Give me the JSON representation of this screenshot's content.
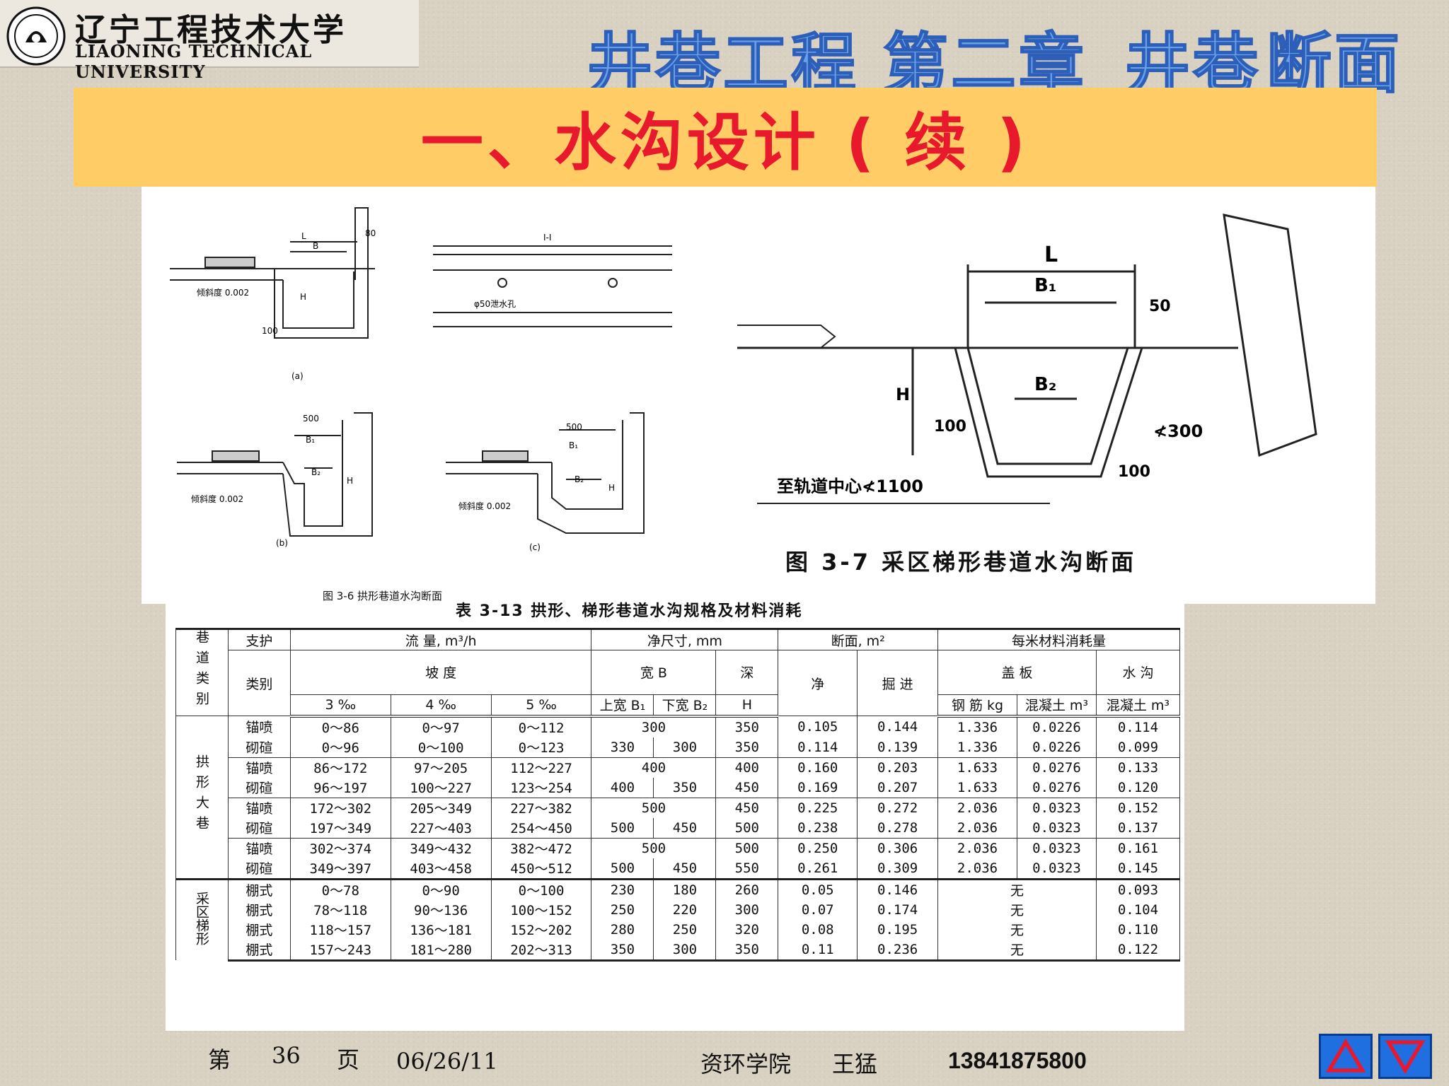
{
  "header": {
    "university_cn": "辽宁工程技术大学",
    "university_en": "LIAONING TECHNICAL UNIVERSITY",
    "banner": [
      "井巷工程",
      "第二章",
      "井巷",
      "断面"
    ]
  },
  "slide": {
    "title": "一、水沟设计 ( 续 )"
  },
  "figure": {
    "caption_3_6": "图 3-6  拱形巷道水沟断面",
    "caption_3_7": "图 3-7  采区梯形巷道水沟断面",
    "labels": {
      "a_tilt": "倾斜度 0.002",
      "b_tilt": "倾斜度 0.002",
      "c_tilt": "倾斜度 0.002",
      "drain_hole": "φ50泄水孔",
      "section": "I-I",
      "sub_a": "(a)",
      "sub_b": "(b)",
      "sub_c": "(c)",
      "dim_L": "L",
      "dim_B": "B",
      "dim_B1": "B₁",
      "dim_B2": "B₂",
      "dim_H": "H",
      "dim_50": "50",
      "dim_80": "80",
      "dim_100": "100",
      "dim_500": "500",
      "dim_300": "≮300",
      "track_center": "至轨道中心≮1100"
    }
  },
  "table": {
    "caption": "表 3-13   拱形、梯形巷道水沟规格及材料消耗",
    "headers": {
      "lane_type": "巷道类别",
      "support": "支护",
      "support_type": "类别",
      "flow": "流    量, m³/h",
      "slope": "坡            度",
      "s3": "3 ‰",
      "s4": "4 ‰",
      "s5": "5 ‰",
      "net_size": "净尺寸, mm",
      "width": "宽    B",
      "depth": "深",
      "top_width": "上宽 B₁",
      "bottom_width": "下宽 B₂",
      "depth_h": "H",
      "section": "断面, m²",
      "net": "净",
      "excavation": "掘  进",
      "material": "每米材料消耗量",
      "cover": "盖    板",
      "ditch": "水  沟",
      "steel": "钢  筋 kg",
      "concrete_cover": "混凝土 m³",
      "concrete_ditch": "混凝土 m³"
    },
    "group_arch": "拱形大巷",
    "group_trap": "采区梯形",
    "arch_rows": [
      {
        "type": "锚喷",
        "f3": "0～86",
        "f4": "0～97",
        "f5": "0～112",
        "b1": "300",
        "b2": "",
        "h": "350",
        "net": "0.105",
        "exc": "0.144",
        "steel": "1.336",
        "cc": "0.0226",
        "cd": "0.114"
      },
      {
        "type": "砌碹",
        "f3": "0～96",
        "f4": "0～100",
        "f5": "0～123",
        "b1": "330",
        "b2": "300",
        "h": "350",
        "net": "0.114",
        "exc": "0.139",
        "steel": "1.336",
        "cc": "0.0226",
        "cd": "0.099"
      },
      {
        "type": "锚喷",
        "f3": "86～172",
        "f4": "97～205",
        "f5": "112～227",
        "b1": "400",
        "b2": "",
        "h": "400",
        "net": "0.160",
        "exc": "0.203",
        "steel": "1.633",
        "cc": "0.0276",
        "cd": "0.133"
      },
      {
        "type": "砌碹",
        "f3": "96～197",
        "f4": "100～227",
        "f5": "123～254",
        "b1": "400",
        "b2": "350",
        "h": "450",
        "net": "0.169",
        "exc": "0.207",
        "steel": "1.633",
        "cc": "0.0276",
        "cd": "0.120"
      },
      {
        "type": "锚喷",
        "f3": "172～302",
        "f4": "205～349",
        "f5": "227～382",
        "b1": "500",
        "b2": "",
        "h": "450",
        "net": "0.225",
        "exc": "0.272",
        "steel": "2.036",
        "cc": "0.0323",
        "cd": "0.152"
      },
      {
        "type": "砌碹",
        "f3": "197～349",
        "f4": "227～403",
        "f5": "254～450",
        "b1": "500",
        "b2": "450",
        "h": "500",
        "net": "0.238",
        "exc": "0.278",
        "steel": "2.036",
        "cc": "0.0323",
        "cd": "0.137"
      },
      {
        "type": "锚喷",
        "f3": "302～374",
        "f4": "349～432",
        "f5": "382～472",
        "b1": "500",
        "b2": "",
        "h": "500",
        "net": "0.250",
        "exc": "0.306",
        "steel": "2.036",
        "cc": "0.0323",
        "cd": "0.161"
      },
      {
        "type": "砌碹",
        "f3": "349～397",
        "f4": "403～458",
        "f5": "450～512",
        "b1": "500",
        "b2": "450",
        "h": "550",
        "net": "0.261",
        "exc": "0.309",
        "steel": "2.036",
        "cc": "0.0323",
        "cd": "0.145"
      }
    ],
    "trap_rows": [
      {
        "type": "棚式",
        "f3": "0～78",
        "f4": "0～90",
        "f5": "0～100",
        "b1": "230",
        "b2": "180",
        "h": "260",
        "net": "0.05",
        "exc": "0.146",
        "cover": "无",
        "cd": "0.093"
      },
      {
        "type": "棚式",
        "f3": "78～118",
        "f4": "90～136",
        "f5": "100～152",
        "b1": "250",
        "b2": "220",
        "h": "300",
        "net": "0.07",
        "exc": "0.174",
        "cover": "无",
        "cd": "0.104"
      },
      {
        "type": "棚式",
        "f3": "118～157",
        "f4": "136～181",
        "f5": "152～202",
        "b1": "280",
        "b2": "250",
        "h": "320",
        "net": "0.08",
        "exc": "0.195",
        "cover": "无",
        "cd": "0.110"
      },
      {
        "type": "棚式",
        "f3": "157～243",
        "f4": "181～280",
        "f5": "202～313",
        "b1": "350",
        "b2": "300",
        "h": "350",
        "net": "0.11",
        "exc": "0.236",
        "cover": "无",
        "cd": "0.122"
      }
    ]
  },
  "footer": {
    "page_prefix": "第",
    "page_number": "36",
    "page_suffix": "页",
    "date": "06/26/11",
    "college": "资环学院",
    "author": "王猛",
    "phone": "13841875800"
  },
  "colors": {
    "title_bar": "#ffcc66",
    "title_text": "#e8192c",
    "banner_text": "#6aa0ea",
    "nav_button": "#1f6fe0"
  }
}
